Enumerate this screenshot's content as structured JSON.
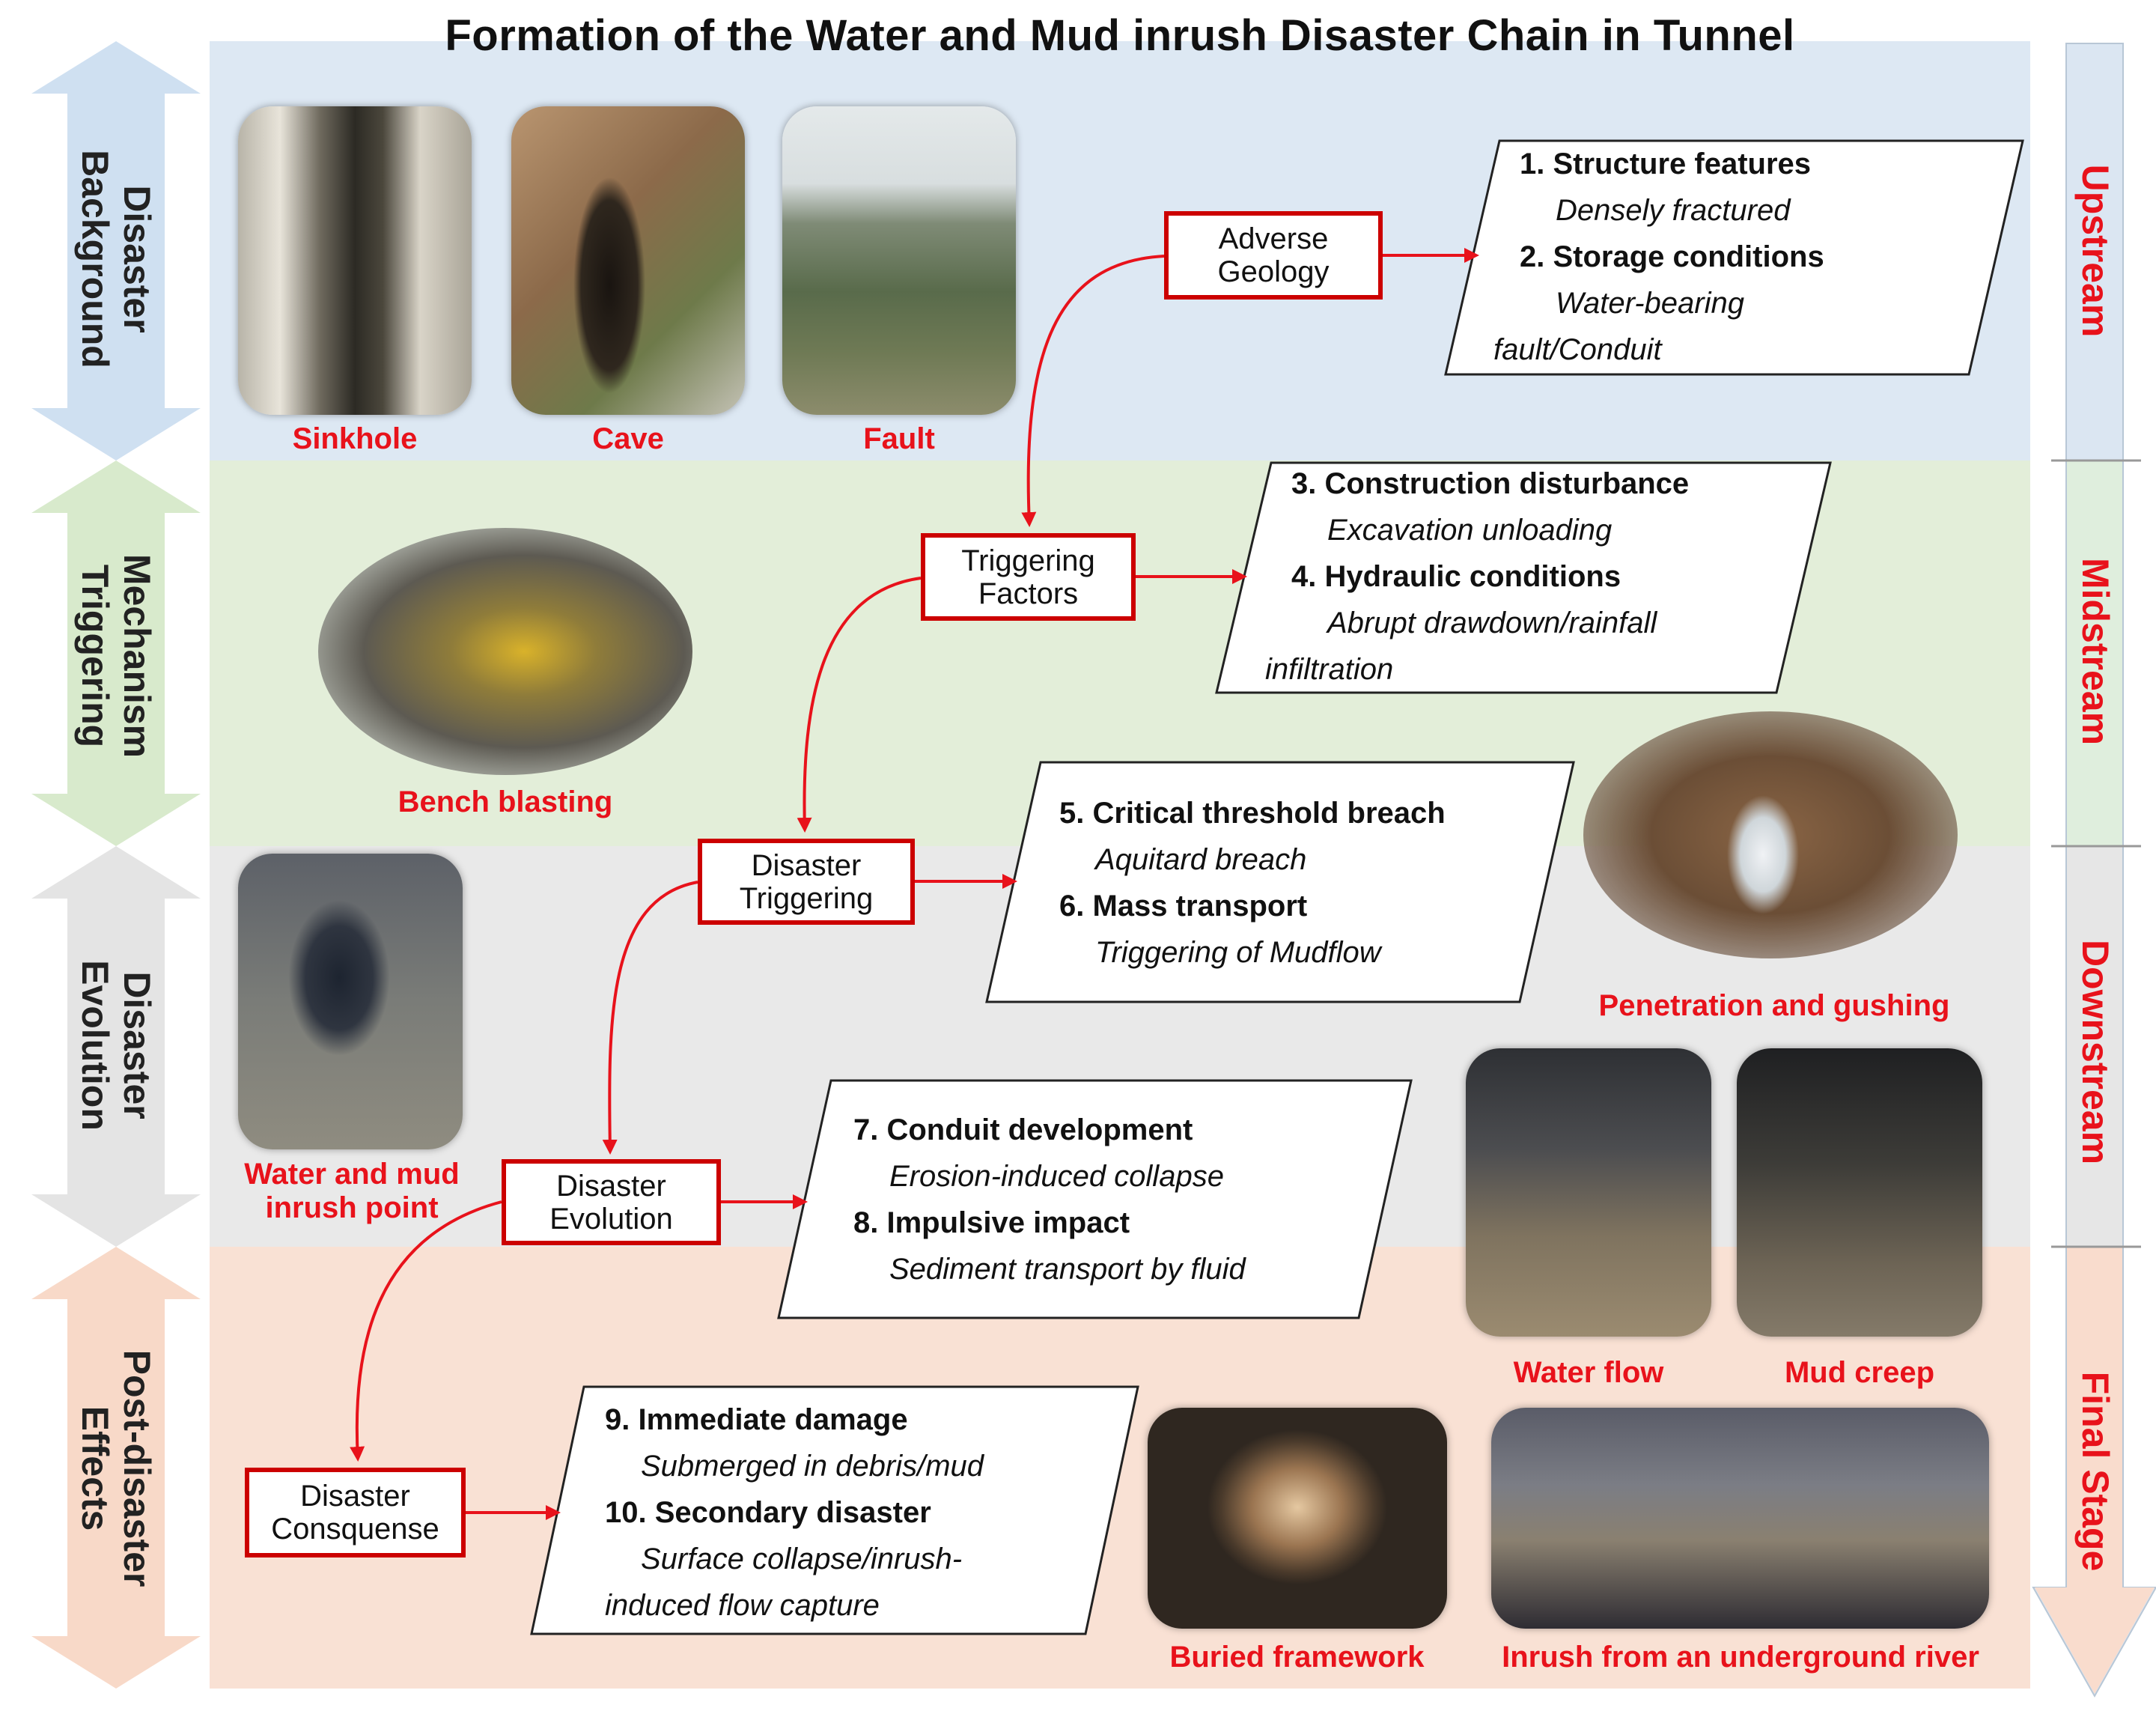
{
  "title": "Formation of the Water and Mud inrush Disaster Chain in Tunnel",
  "colors": {
    "band_background": "#dde8f3",
    "band_triggering": "#e3eed9",
    "band_evolution": "#e9e9e9",
    "band_post": "#f9e1d4",
    "accent": "#e8121b",
    "node_border": "#cc0000"
  },
  "stages": [
    {
      "line1": "Disaster",
      "line2": "Background"
    },
    {
      "line1": "Mechanism",
      "line2": "Triggering"
    },
    {
      "line1": "Disaster",
      "line2": "Evolution"
    },
    {
      "line1": "Post-disaster",
      "line2": "Effects"
    }
  ],
  "streams": [
    "Upstream",
    "Midstream",
    "Downstream",
    "Final Stage"
  ],
  "nodes": [
    {
      "line1": "Adverse",
      "line2": "Geology"
    },
    {
      "line1": "Triggering",
      "line2": "Factors"
    },
    {
      "line1": "Disaster",
      "line2": "Triggering"
    },
    {
      "line1": "Disaster",
      "line2": "Evolution"
    },
    {
      "line1": "Disaster",
      "line2": "Consquense"
    }
  ],
  "details": [
    {
      "h1": "1. Structure features",
      "s1": "Densely fractured",
      "h2": "2. Storage conditions",
      "s2a": "Water-bearing",
      "s2b": "fault/Conduit"
    },
    {
      "h1": "3. Construction disturbance",
      "s1": "Excavation unloading",
      "h2": "4. Hydraulic conditions",
      "s2a": "Abrupt drawdown/rainfall",
      "s2b": "infiltration"
    },
    {
      "h1": "5. Critical threshold breach",
      "s1": "Aquitard breach",
      "h2": "6. Mass transport",
      "s2a": "Triggering of Mudflow",
      "s2b": ""
    },
    {
      "h1": "7. Conduit development",
      "s1": "Erosion-induced collapse",
      "h2": "8. Impulsive impact",
      "s2a": "Sediment transport by fluid",
      "s2b": ""
    },
    {
      "h1": "9. Immediate damage",
      "s1": "Submerged in debris/mud",
      "h2": "10. Secondary disaster",
      "s2a": "Surface collapse/inrush-",
      "s2b": "induced flow capture"
    }
  ],
  "captions": {
    "sinkhole": "Sinkhole",
    "cave": "Cave",
    "fault": "Fault",
    "bench": "Bench blasting",
    "inrush_point_1": "Water and mud",
    "inrush_point_2": "inrush point",
    "penetration": "Penetration and gushing",
    "water_flow": "Water flow",
    "mud_creep": "Mud creep",
    "buried": "Buried framework",
    "river": "Inrush from an underground river"
  }
}
